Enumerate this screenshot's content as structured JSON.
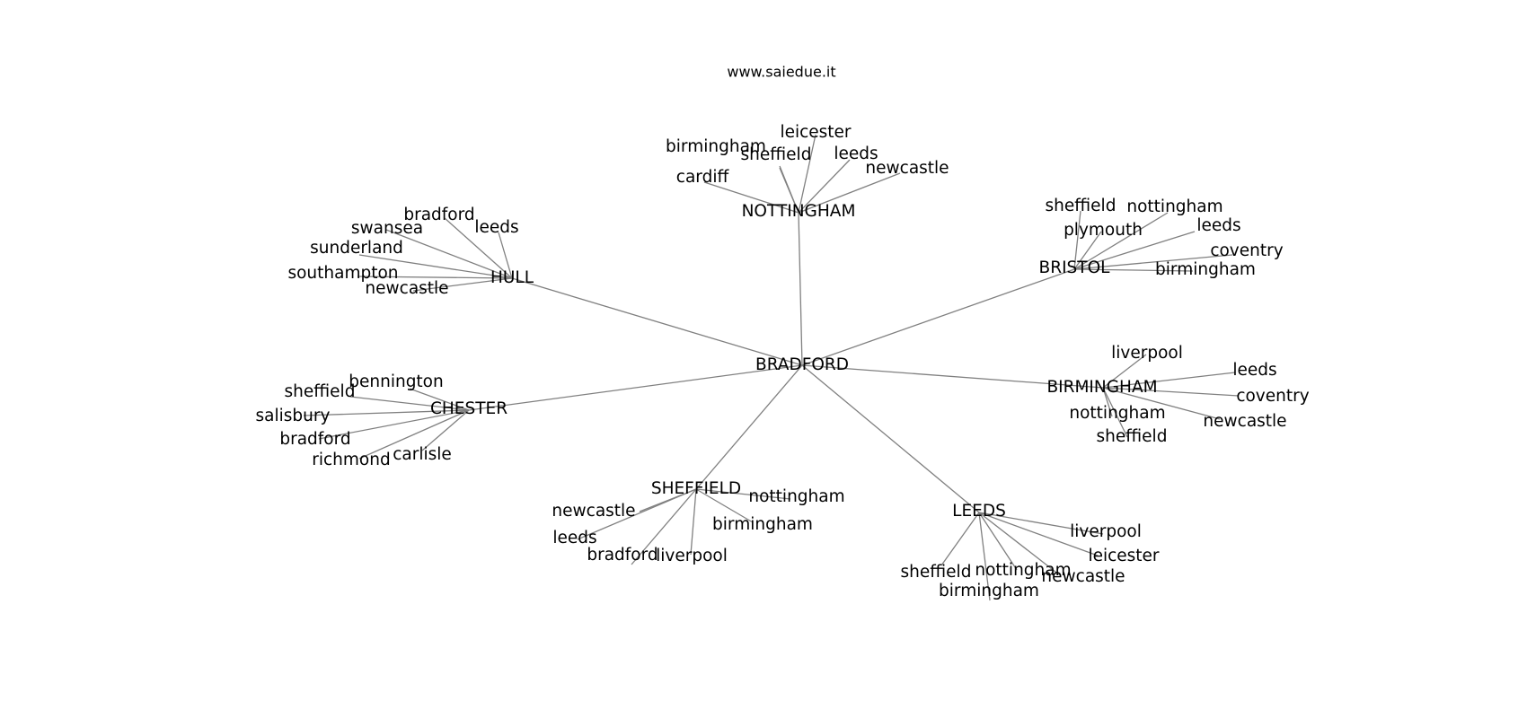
{
  "header": {
    "title": "www.saiedue.it"
  },
  "graph": {
    "root": "BRADFORD",
    "hubs": [
      {
        "name": "NOTTINGHAM",
        "leaves": [
          "birmingham",
          "leicester",
          "sheffield",
          "leeds",
          "cardiff",
          "newcastle"
        ]
      },
      {
        "name": "HULL",
        "leaves": [
          "bradford",
          "swansea",
          "leeds",
          "sunderland",
          "southampton",
          "newcastle"
        ]
      },
      {
        "name": "BRISTOL",
        "leaves": [
          "sheffield",
          "nottingham",
          "plymouth",
          "leeds",
          "coventry",
          "birmingham"
        ]
      },
      {
        "name": "BIRMINGHAM",
        "leaves": [
          "liverpool",
          "leeds",
          "coventry",
          "nottingham",
          "newcastle",
          "sheffield"
        ]
      },
      {
        "name": "CHESTER",
        "leaves": [
          "bennington",
          "sheffield",
          "salisbury",
          "bradford",
          "richmond",
          "carlisle"
        ]
      },
      {
        "name": "SHEFFIELD",
        "leaves": [
          "nottingham",
          "newcastle",
          "birmingham",
          "leeds",
          "bradford",
          "liverpool"
        ]
      },
      {
        "name": "LEEDS",
        "leaves": [
          "liverpool",
          "leicester",
          "sheffield",
          "nottingham",
          "newcastle",
          "birmingham"
        ]
      }
    ]
  }
}
